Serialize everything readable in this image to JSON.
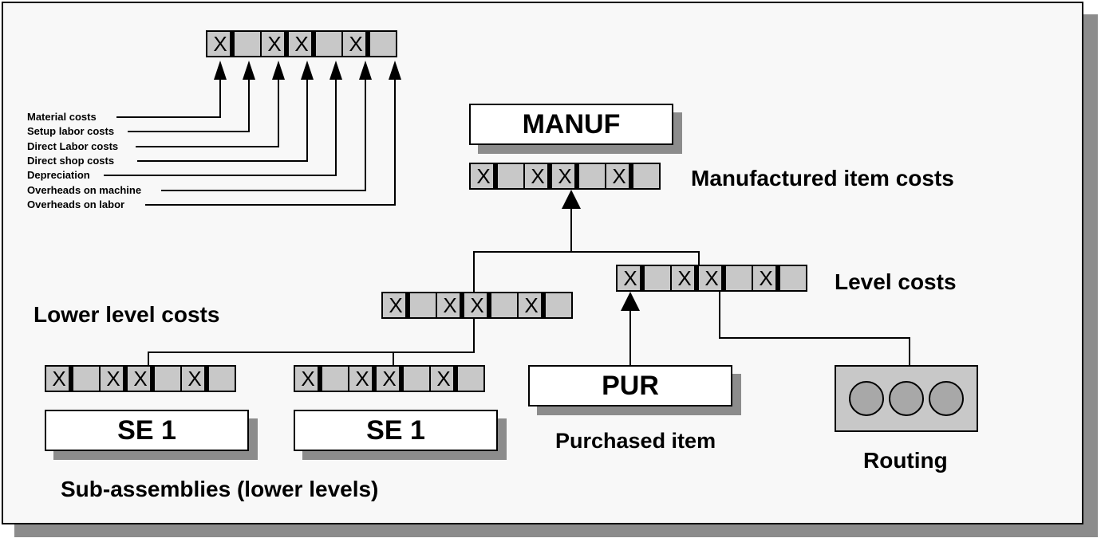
{
  "cost_legend": [
    "Material costs",
    "Setup labor costs",
    "Direct Labor costs",
    "Direct shop costs",
    "Depreciation",
    "Overheads on machine",
    "Overheads on labor"
  ],
  "cost_pattern": [
    "X",
    "",
    "X",
    "X",
    "",
    "X",
    ""
  ],
  "manuf_label": "MANUF",
  "manufactured_costs_label": "Manufactured item costs",
  "level_costs_label": "Level costs",
  "lower_level_costs_label": "Lower level costs",
  "se1_label": "SE 1",
  "se2_label": "SE 1",
  "pur_label": "PUR",
  "purchased_item_label": "Purchased item",
  "routing_label": "Routing",
  "subassemblies_label": "Sub-assemblies (lower levels)"
}
